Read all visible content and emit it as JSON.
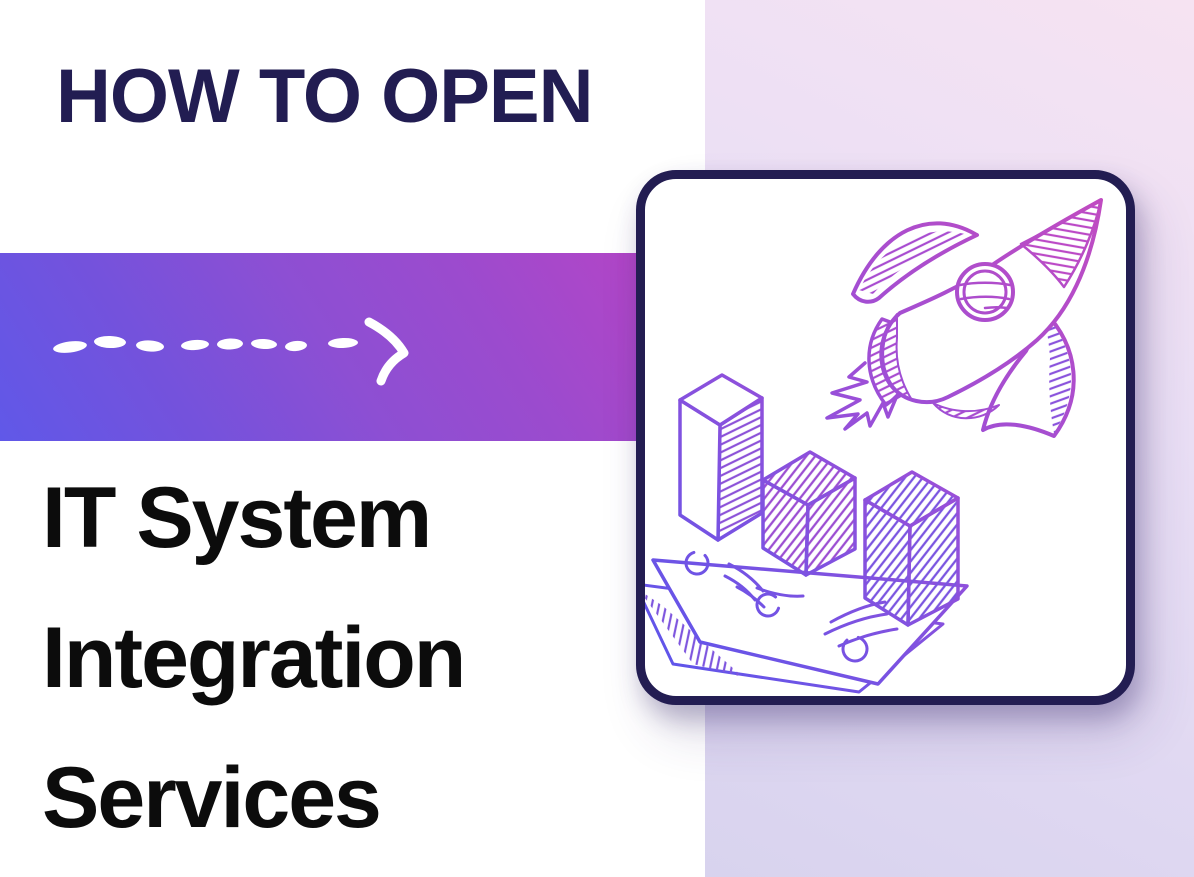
{
  "banner": {
    "kicker": "HOW TO OPEN",
    "headline_lines": [
      "IT System",
      "Integration",
      "Services"
    ],
    "icons": {
      "arrow": "dashed-arrow-right",
      "illustration": "rocket-launching-from-bar-chart-doodle"
    },
    "colors": {
      "kicker_text": "#221d52",
      "headline_text": "#0c0c0c",
      "arrow": "#ffffff",
      "band_gradient": [
        "#b545c6",
        "#8d4fd3",
        "#6058e8"
      ],
      "panel_gradient": [
        "#f6e3f2",
        "#d8d3ee"
      ],
      "card_background": "#ffffff",
      "card_border": "#231d52",
      "doodle_gradient": [
        "#c24bc0",
        "#9a4fd8",
        "#5f55ea"
      ]
    }
  }
}
